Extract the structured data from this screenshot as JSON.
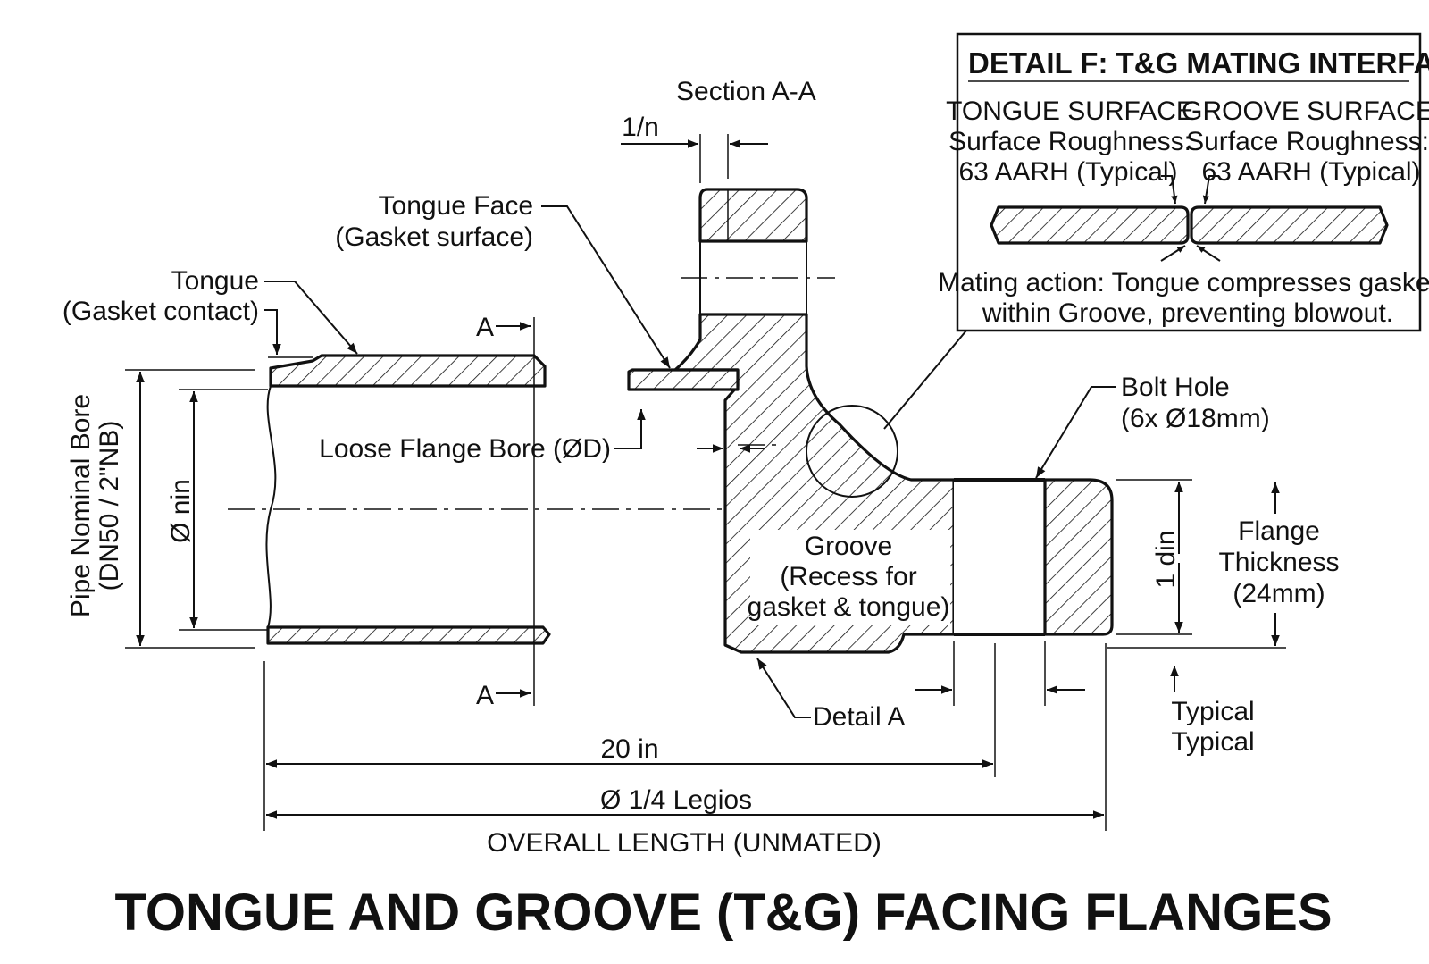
{
  "title": "TONGUE AND GROOVE (T&G) FACING FLANGES",
  "section_label": "Section A-A",
  "detail_box": {
    "title": "DETAIL F: T&G MATING INTERFACE",
    "tongue_heading": "TONGUE SURFACE",
    "tongue_roughness_label": "Surface Roughness:",
    "tongue_roughness_value": "63 AARH (Typical)",
    "groove_heading": "GROOVE SURFACE",
    "groove_roughness_label": "Surface Roughness:",
    "groove_roughness_value": "63 AARH (Typical)",
    "note_line1": "Mating action: Tongue compresses gasket",
    "note_line2": "within Groove, preventing blowout."
  },
  "labels": {
    "tongue_face_1": "Tongue Face",
    "tongue_face_2": "(Gasket surface)",
    "tongue_1": "Tongue",
    "tongue_2": "(Gasket contact)",
    "loose_bore": "Loose Flange Bore (ØD)",
    "groove_1": "Groove",
    "groove_2": "(Recess for",
    "groove_3": "gasket & tongue)",
    "bolt_hole_1": "Bolt Hole",
    "bolt_hole_2": "(6x Ø18mm)",
    "flange_thk_1": "Flange",
    "flange_thk_2": "Thickness",
    "flange_thk_3": "(24mm)",
    "detail_a": "Detail A",
    "typical_1": "Typical",
    "typical_2": "Typical",
    "section_mark_top": "A",
    "section_mark_bottom": "A",
    "pipe_bore_1": "Pipe Nominal Bore",
    "pipe_bore_2": "(DN50 / 2\"NB)"
  },
  "dimensions": {
    "dim_1n": "1/n",
    "dim_nin": "Ø nin",
    "dim_1din": "1 din",
    "dim_20in": "20 in",
    "dim_legios": "Ø 1/4 Legios",
    "overall": "OVERALL LENGTH (UNMATED)"
  },
  "colors": {
    "ink": "#111111",
    "background": "#ffffff"
  }
}
